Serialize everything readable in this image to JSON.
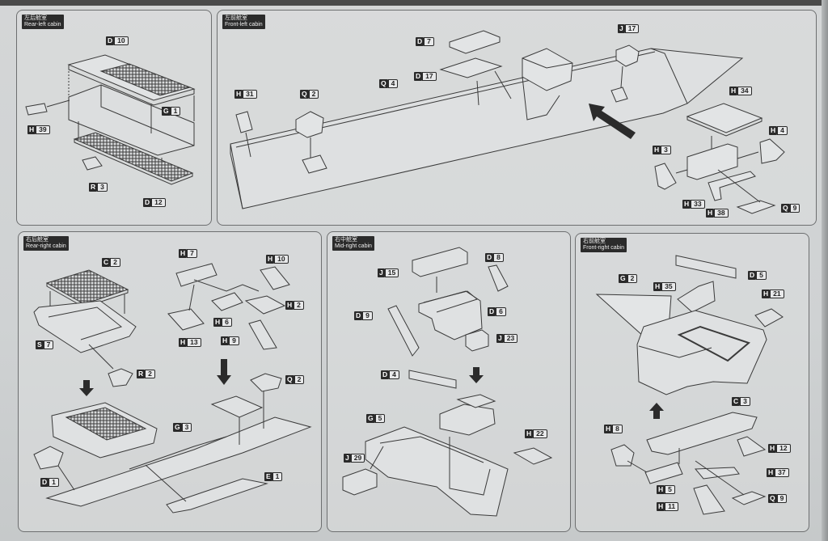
{
  "panels": {
    "rear_left": {
      "cn": "左后舱室",
      "en": "Rear-left cabin"
    },
    "front_left": {
      "cn": "左前舱室",
      "en": "Front-left cabin"
    },
    "rear_right": {
      "cn": "右后舱室",
      "en": "Rear-right cabin"
    },
    "mid_right": {
      "cn": "右中舱室",
      "en": "Mid-right cabin"
    },
    "front_right": {
      "cn": "右前舱室",
      "en": "Front-right cabin"
    }
  },
  "parts": {
    "p1": {
      "l": "D",
      "n": "10"
    },
    "p2": {
      "l": "G",
      "n": "1"
    },
    "p3": {
      "l": "H",
      "n": "39"
    },
    "p4": {
      "l": "R",
      "n": "3"
    },
    "p5": {
      "l": "D",
      "n": "12"
    },
    "p6": {
      "l": "D",
      "n": "7"
    },
    "p7": {
      "l": "J",
      "n": "17"
    },
    "p8": {
      "l": "D",
      "n": "17"
    },
    "p9": {
      "l": "H",
      "n": "31"
    },
    "p10": {
      "l": "Q",
      "n": "2"
    },
    "p11": {
      "l": "Q",
      "n": "4"
    },
    "p12": {
      "l": "H",
      "n": "34"
    },
    "p13": {
      "l": "H",
      "n": "4"
    },
    "p14": {
      "l": "H",
      "n": "3"
    },
    "p15": {
      "l": "H",
      "n": "33"
    },
    "p16": {
      "l": "H",
      "n": "38"
    },
    "p17": {
      "l": "Q",
      "n": "9"
    },
    "p18": {
      "l": "C",
      "n": "2"
    },
    "p19": {
      "l": "H",
      "n": "7"
    },
    "p20": {
      "l": "H",
      "n": "10"
    },
    "p21": {
      "l": "H",
      "n": "2"
    },
    "p22": {
      "l": "S",
      "n": "7"
    },
    "p23": {
      "l": "H",
      "n": "6"
    },
    "p24": {
      "l": "H",
      "n": "13"
    },
    "p25": {
      "l": "H",
      "n": "9"
    },
    "p26": {
      "l": "R",
      "n": "2"
    },
    "p27": {
      "l": "Q",
      "n": "2"
    },
    "p28": {
      "l": "G",
      "n": "3"
    },
    "p29": {
      "l": "D",
      "n": "1"
    },
    "p30": {
      "l": "E",
      "n": "1"
    },
    "p31": {
      "l": "J",
      "n": "15"
    },
    "p32": {
      "l": "D",
      "n": "8"
    },
    "p33": {
      "l": "D",
      "n": "9"
    },
    "p34": {
      "l": "D",
      "n": "6"
    },
    "p35": {
      "l": "J",
      "n": "23"
    },
    "p36": {
      "l": "D",
      "n": "4"
    },
    "p37": {
      "l": "G",
      "n": "5"
    },
    "p38": {
      "l": "H",
      "n": "22"
    },
    "p39": {
      "l": "J",
      "n": "29"
    },
    "p40": {
      "l": "G",
      "n": "2"
    },
    "p41": {
      "l": "D",
      "n": "5"
    },
    "p42": {
      "l": "H",
      "n": "35"
    },
    "p43": {
      "l": "H",
      "n": "21"
    },
    "p44": {
      "l": "C",
      "n": "3"
    },
    "p45": {
      "l": "H",
      "n": "8"
    },
    "p46": {
      "l": "H",
      "n": "12"
    },
    "p47": {
      "l": "H",
      "n": "37"
    },
    "p48": {
      "l": "H",
      "n": "5"
    },
    "p49": {
      "l": "Q",
      "n": "9"
    },
    "p50": {
      "l": "H",
      "n": "11"
    }
  }
}
